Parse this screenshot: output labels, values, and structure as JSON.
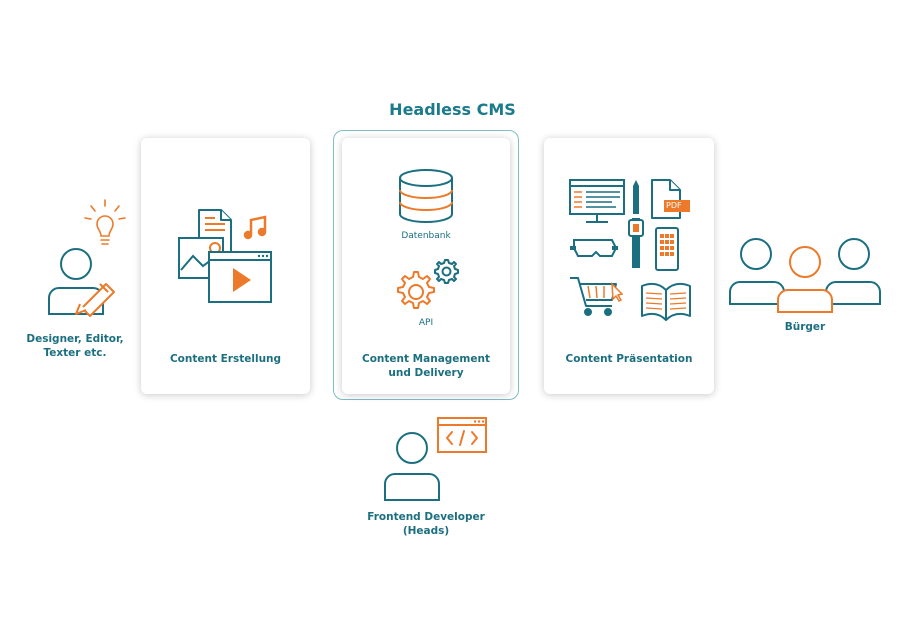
{
  "diagram": {
    "title": "Headless CMS",
    "actors": {
      "designer": "Designer, Editor,\nTexter etc.",
      "citizens": "Bürger",
      "frontend": "Frontend Developer\n(Heads)"
    },
    "cards": {
      "creation": {
        "label": "Content Erstellung"
      },
      "management": {
        "label": "Content Management\nund Delivery",
        "database_label": "Datenbank",
        "api_label": "API"
      },
      "presentation": {
        "label": "Content Präsentation",
        "pdf_badge": "PDF"
      }
    },
    "colors": {
      "teal": "#1b6f80",
      "orange": "#ec7a2a",
      "frame": "#7fbcc6"
    }
  }
}
